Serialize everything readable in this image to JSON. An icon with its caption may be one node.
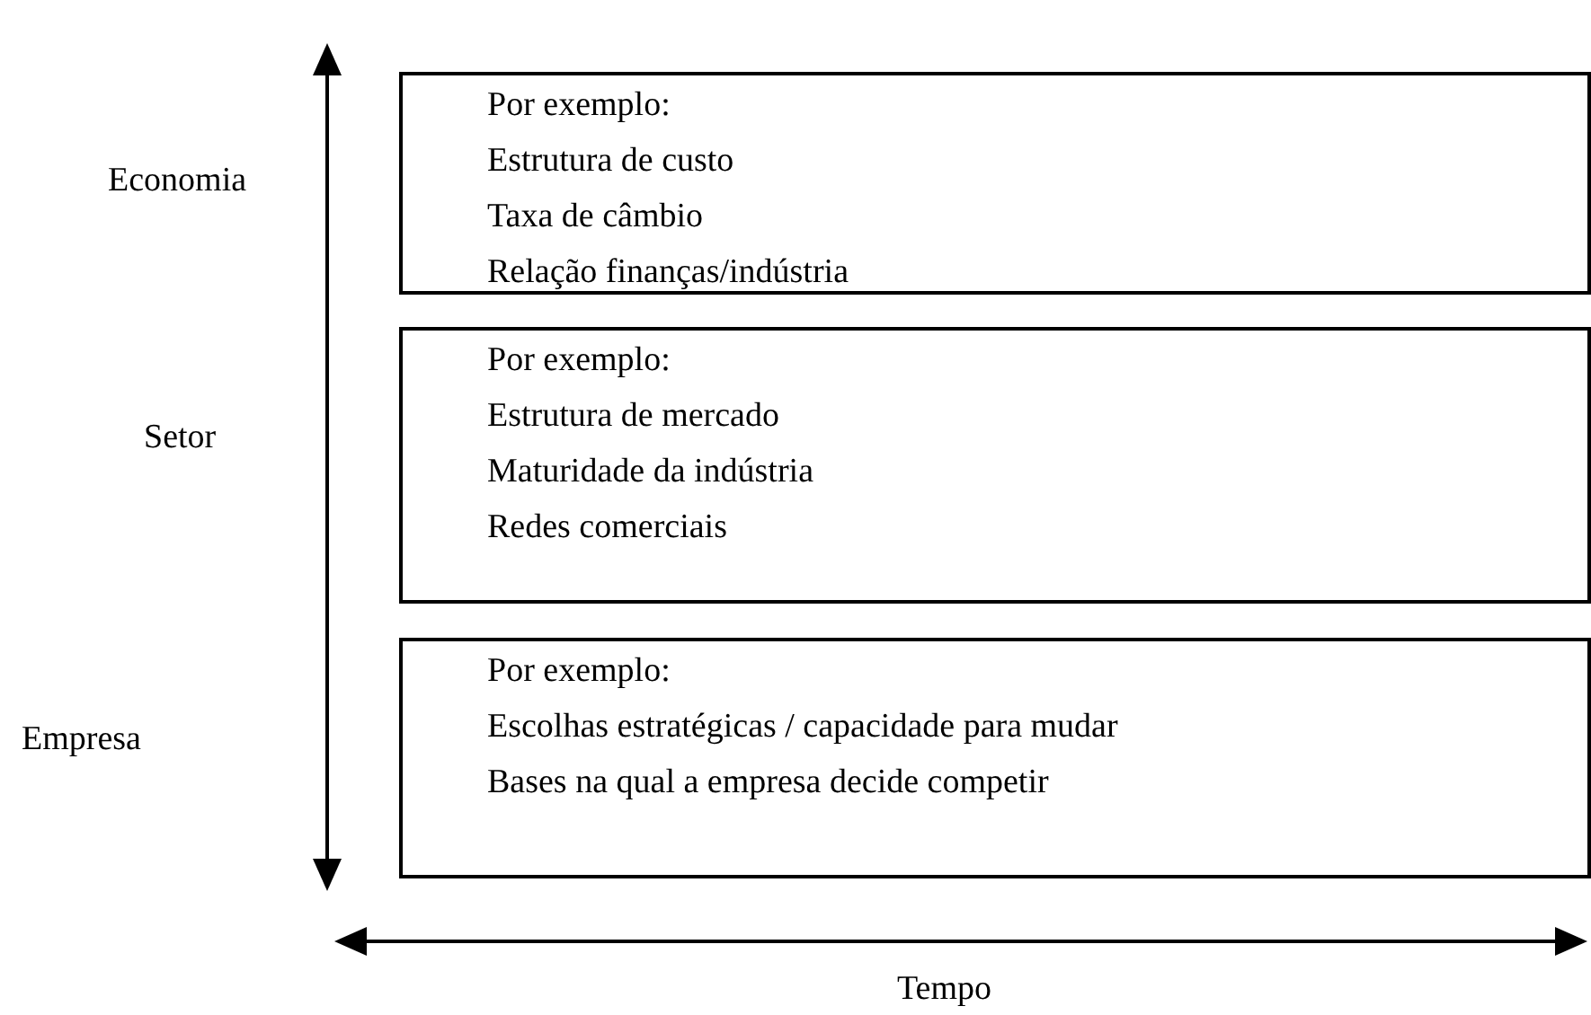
{
  "diagram": {
    "nodes": [
      {
        "text": [
          "Por exemplo:",
          "Estrutura de custo",
          "Taxa de câmbio",
          "Relação finanças/indústria"
        ]
      },
      {
        "text": [
          "Por exemplo:",
          "Estrutura de mercado",
          "Maturidade da indústria",
          "Redes comerciais"
        ]
      },
      {
        "text": [
          "Por exemplo:",
          "Escolhas estratégicas / capacidade para mudar",
          "Bases na qual a empresa decide competir"
        ]
      }
    ],
    "labels": [
      "Economia",
      "Setor",
      "Empresa",
      "Tempo"
    ]
  }
}
